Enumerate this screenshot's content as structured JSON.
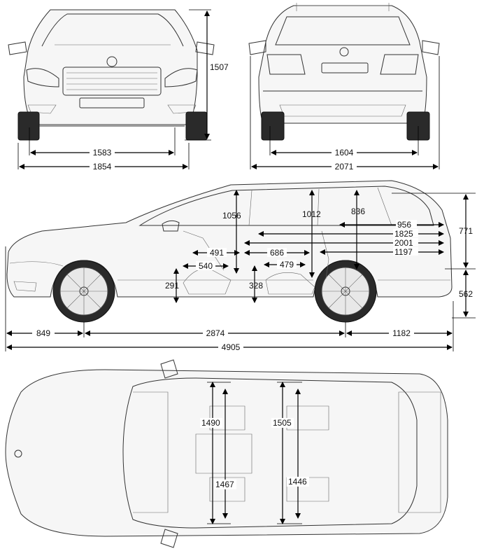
{
  "front_view": {
    "track_width": "1583",
    "overall_width": "1854",
    "height": "1507"
  },
  "rear_view": {
    "track_width": "1604",
    "width_with_mirrors": "2071"
  },
  "side_view": {
    "front_overhang": "849",
    "wheelbase": "2874",
    "rear_overhang": "1182",
    "overall_length": "4905",
    "headroom_front": "1056",
    "headroom_rear": "1012",
    "cargo_height": "836",
    "cargo_opening_height": "771",
    "loading_sill_height": "562",
    "cargo_length_short": "956",
    "cargo_length_rear_seats_folded": "1825",
    "cargo_length_max": "2001",
    "cargo_length_seats_up": "1197",
    "front_legroom_a": "491",
    "front_legroom_b": "540",
    "rear_legroom_a": "686",
    "rear_legroom_b": "479",
    "front_seat_height": "291",
    "rear_seat_height": "328"
  },
  "top_view": {
    "front_shoulder_width": "1490",
    "rear_shoulder_width": "1505",
    "front_elbow_width": "1467",
    "rear_elbow_width": "1446"
  }
}
